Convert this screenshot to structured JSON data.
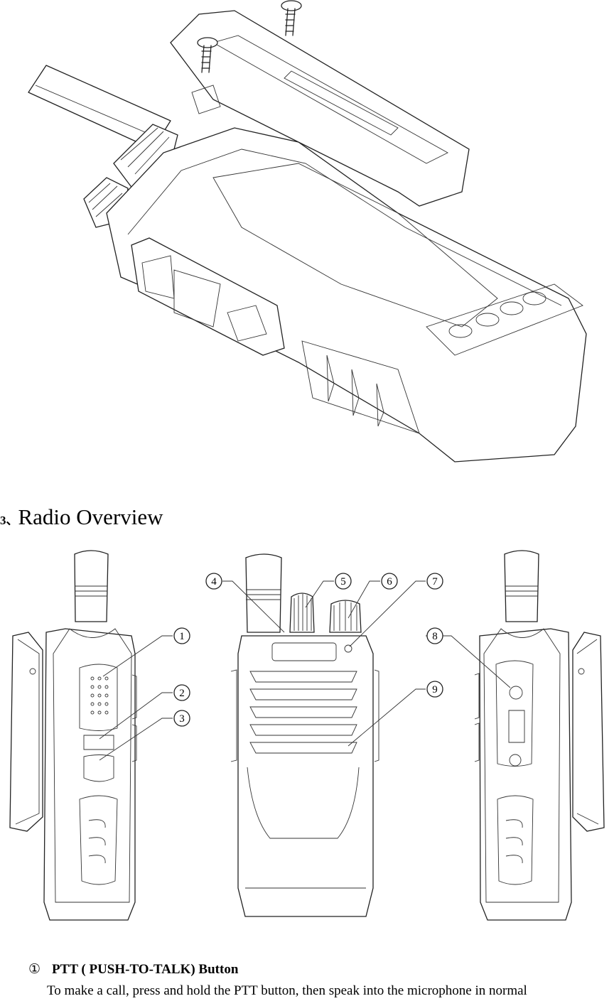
{
  "section": {
    "number": "3、",
    "title": "Radio Overview"
  },
  "callouts": [
    "1",
    "2",
    "3",
    "4",
    "5",
    "6",
    "7",
    "8",
    "9"
  ],
  "item1": {
    "marker": "①",
    "title": "PTT ( PUSH-TO-TALK) Button",
    "body": "To make a call, press and hold the PTT button, then speak into the microphone in normal"
  }
}
